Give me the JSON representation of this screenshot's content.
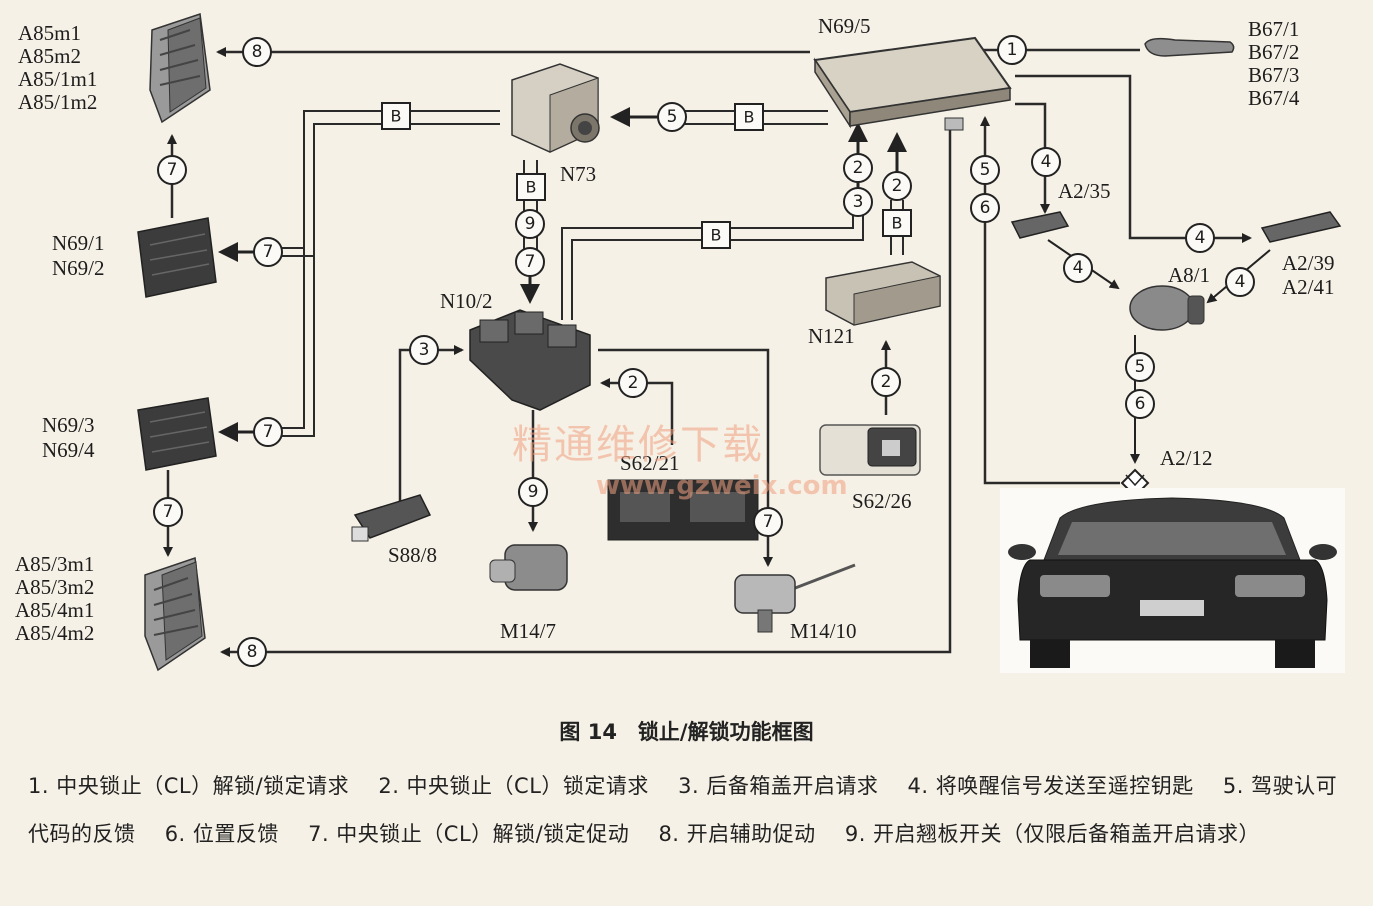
{
  "components": {
    "n69_5": "N69/5",
    "a85_front": [
      "A85m1",
      "A85m2",
      "A85/1m1",
      "A85/1m2"
    ],
    "b67": [
      "B67/1",
      "B67/2",
      "B67/3",
      "B67/4"
    ],
    "n73": "N73",
    "n69_12": [
      "N69/1",
      "N69/2"
    ],
    "n69_34": [
      "N69/3",
      "N69/4"
    ],
    "a85_rear": [
      "A85/3m1",
      "A85/3m2",
      "A85/4m1",
      "A85/4m2"
    ],
    "n10_2": "N10/2",
    "n121": "N121",
    "a2_35": "A2/35",
    "a8_1": "A8/1",
    "a2_39": [
      "A2/39",
      "A2/41"
    ],
    "a2_12": "A2/12",
    "s62_21": "S62/21",
    "s62_26": "S62/26",
    "s88_8": "S88/8",
    "m14_7": "M14/7",
    "m14_10": "M14/10"
  },
  "bus_label": "B",
  "markers": {
    "m1": "1",
    "m2": "2",
    "m3": "3",
    "m4": "4",
    "m5": "5",
    "m6": "6",
    "m7": "7",
    "m8": "8",
    "m9": "9"
  },
  "watermark": {
    "line1": "精通维修下载",
    "line2": "www.gzweix.com"
  },
  "caption": "图 14　锁止/解锁功能框图",
  "legend": [
    "1. 中央锁止（CL）解锁/锁定请求",
    "2. 中央锁止（CL）锁定请求",
    "3. 后备箱盖开启请求",
    "4. 将唤醒信号发送至遥控钥匙",
    "5. 驾驶认可代码的反馈",
    "6. 位置反馈",
    "7. 中央锁止（CL）解锁/锁定促动",
    "8. 开启辅助促动",
    "9. 开启翘板开关（仅限后备箱盖开启请求）"
  ]
}
